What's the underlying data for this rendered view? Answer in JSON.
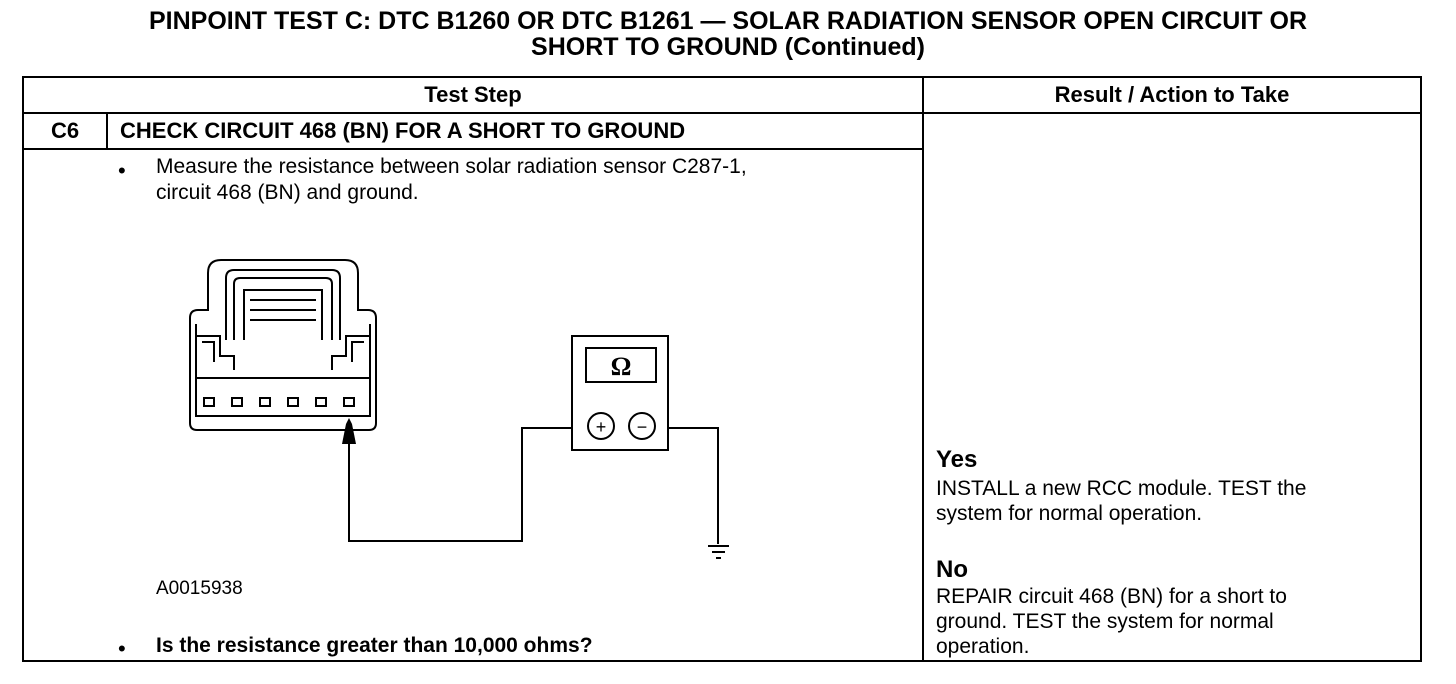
{
  "title": {
    "line1": "PINPOINT TEST  C: DTC B1260 OR DTC B1261 — SOLAR RADIATION SENSOR OPEN CIRCUIT OR",
    "line2": "SHORT TO GROUND (Continued)"
  },
  "table": {
    "col_test_step": "Test Step",
    "col_result": "Result / Action to Take"
  },
  "step": {
    "id": "C6",
    "title": "CHECK CIRCUIT 468 (BN) FOR A SHORT TO GROUND",
    "bullet": "•",
    "instruction_line1": "Measure the resistance between solar radiation sensor C287-1,",
    "instruction_line2": "circuit 468 (BN) and ground.",
    "figure_id": "A0015938",
    "question": "Is the resistance greater than 10,000 ohms?"
  },
  "meter": {
    "symbol": "Ω",
    "plus": "+",
    "minus": "−"
  },
  "results": {
    "yes_label": "Yes",
    "yes_line1": "INSTALL a new RCC module.  TEST the",
    "yes_line2": "system for normal operation.",
    "no_label": "No",
    "no_line1": "REPAIR circuit 468 (BN) for a short to",
    "no_line2": "ground. TEST the system for normal",
    "no_line3": "operation."
  }
}
